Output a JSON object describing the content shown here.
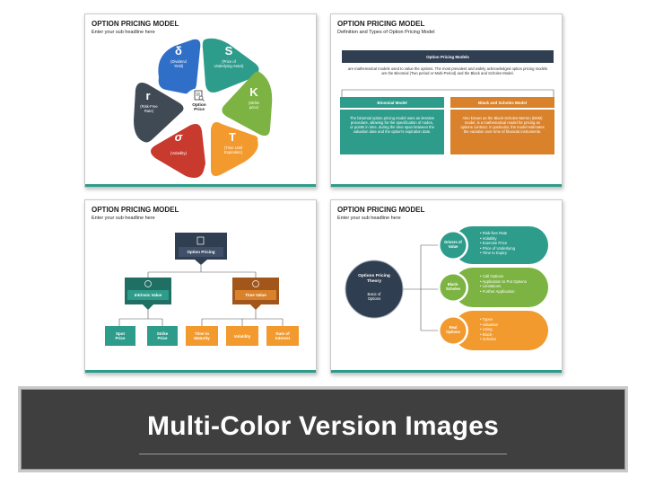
{
  "colors": {
    "teal": "#2e9c8b",
    "green": "#7cb342",
    "orange": "#f29a2e",
    "red": "#c8392e",
    "blue": "#2f6fc7",
    "navy": "#2f3e50",
    "dark_teal": "#1f6f64",
    "brown": "#b5651d"
  },
  "slide1": {
    "title": "OPTION PRICING MODEL",
    "subtitle": "Enter your sub headline here",
    "center_label": "Option\nPrice",
    "center_icon": "document-search-icon",
    "segments": [
      {
        "symbol": "δ",
        "label": "(Dividend\nYield)"
      },
      {
        "symbol": "S",
        "label": "(Price of\nUnderlying Asset)"
      },
      {
        "symbol": "K",
        "label": "(Strike\nprice)"
      },
      {
        "symbol": "T",
        "label": "(Time Until\nExpiration)"
      },
      {
        "symbol": "σ",
        "label": "(Volatility)"
      },
      {
        "symbol": "r",
        "label": "(Risk-Free\nRate)"
      }
    ]
  },
  "slide2": {
    "title": "OPTION PRICING MODEL",
    "subtitle": "Definition and Types of Option Pricing Model",
    "header": "Option Pricing Models",
    "desc": "are mathematical models used to value the options. The most prevalent and widely acknowledged option pricing models are the Binomial (Two period or Multi-Period) and the Black and Scholes Model.",
    "left_title": "Binomial Model",
    "left_text": "The binomial option pricing model uses an iterative procedure, allowing for the specification of nodes, or points in time, during the time span between the valuation date and the option's expiration date.",
    "right_title": "Black and Scholes Model",
    "right_text": "Also known as the Black-Scholes-Merton (BSM) model, is a mathematical model for pricing an options contract. In particular, the model estimates the variation over time of financial instruments."
  },
  "slide3": {
    "title": "OPTION PRICING MODEL",
    "subtitle": "Enter your sub headline here",
    "root": "Option Pricing",
    "left": "Intrinsic Value",
    "right": "Time Value",
    "left_children": [
      "Spot\nPrice",
      "Strike\nPrice"
    ],
    "right_children": [
      "Time to\nMaturity",
      "Volatility",
      "Rate of\nInterest"
    ]
  },
  "slide4": {
    "title": "OPTION PRICING MODEL",
    "subtitle": "Enter your sub headline here",
    "center_title": "Options Pricing\nTheory",
    "center_sub": "Basic of\nOptions",
    "branches": [
      {
        "label": "Drivers of\nValue",
        "items": [
          "Risk-free Rate",
          "Volatility",
          "Exercise Price",
          "Price of Underlying",
          "Time to Expiry"
        ]
      },
      {
        "label": "Black-\nScholes",
        "items": [
          "Call Options",
          "Application to Put Options",
          "Limitations",
          "Further Application"
        ]
      },
      {
        "label": "Real\nOptions",
        "items": [
          "Types",
          "Valuation",
          "Using",
          "Black-",
          "Scholes"
        ]
      }
    ]
  },
  "banner": {
    "text": "Multi-Color Version Images"
  }
}
